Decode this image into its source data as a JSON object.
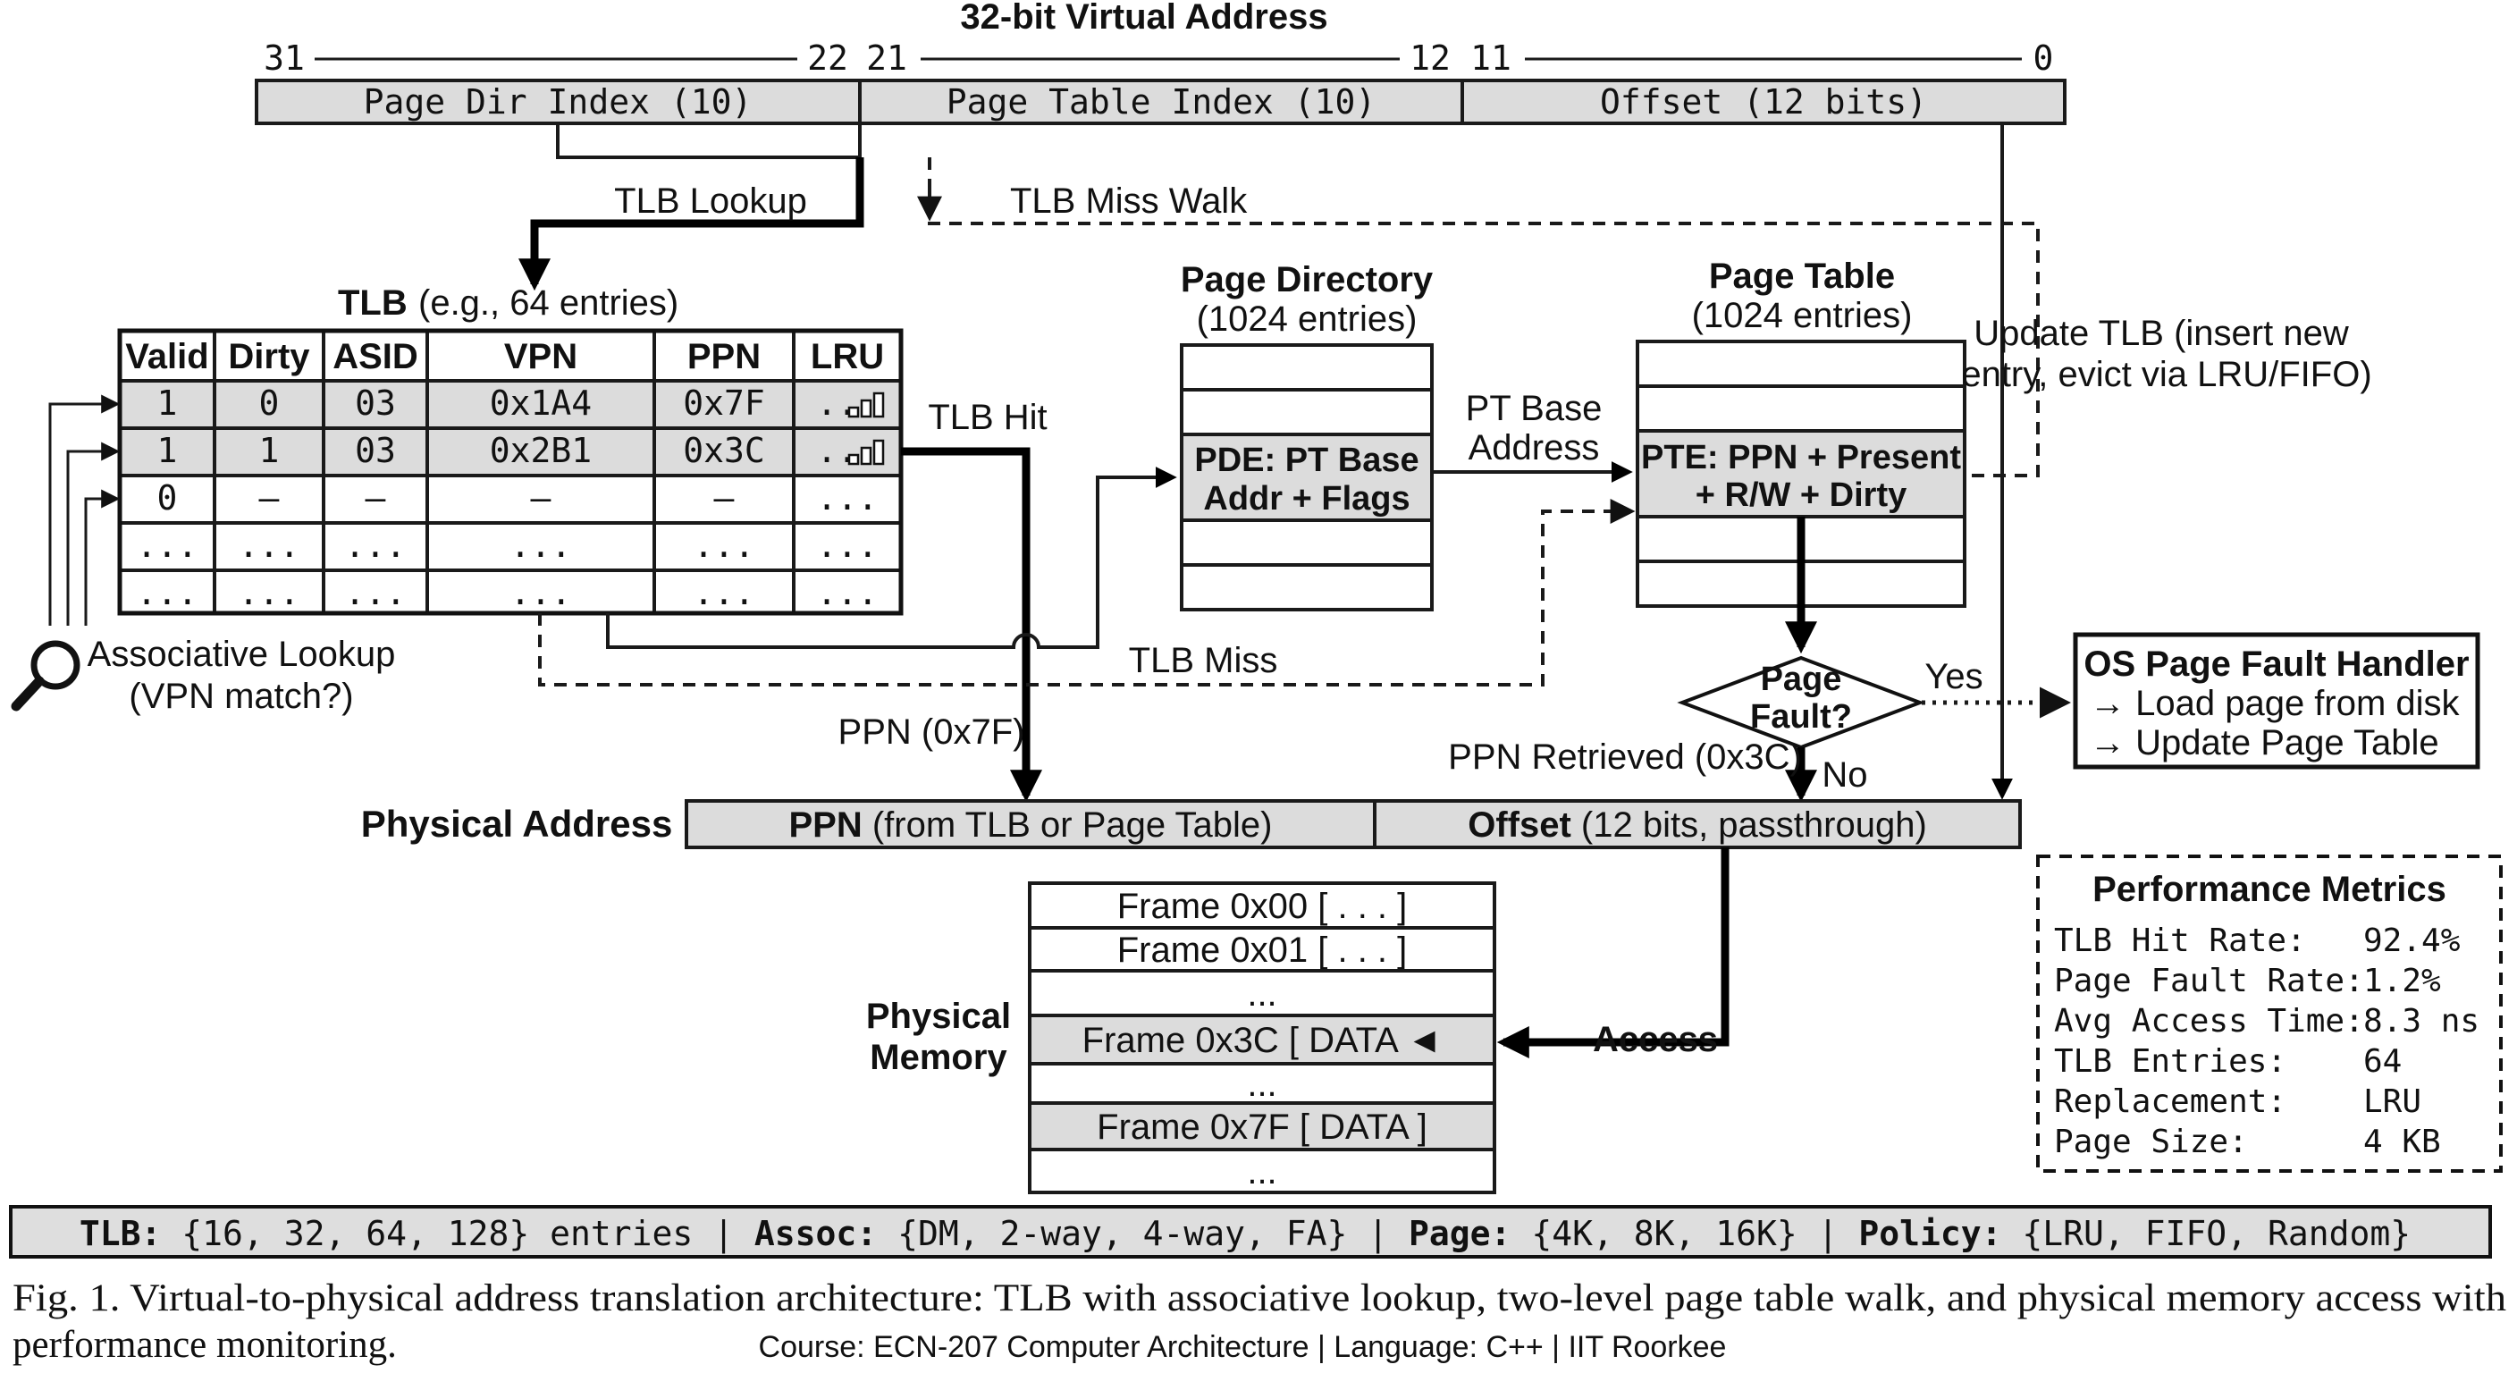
{
  "virtual_address": {
    "title": "32-bit Virtual Address",
    "bits": [
      "31",
      "22",
      "21",
      "12",
      "11",
      "0"
    ],
    "fields": [
      "Page Dir Index (10)",
      "Page Table Index (10)",
      "Offset (12 bits)"
    ]
  },
  "tlb": {
    "title": "TLB",
    "subtitle": "(e.g., 64 entries)",
    "columns": [
      "Valid",
      "Dirty",
      "ASID",
      "VPN",
      "PPN",
      "LRU"
    ],
    "rows": [
      [
        "1",
        "0",
        "03",
        "0x1A4",
        "0x7F",
        "..."
      ],
      [
        "1",
        "1",
        "03",
        "0x2B1",
        "0x3C",
        "..."
      ],
      [
        "0",
        "–",
        "–",
        "–",
        "–",
        "..."
      ],
      [
        "...",
        "...",
        "...",
        "...",
        "...",
        "..."
      ],
      [
        "...",
        "...",
        "...",
        "...",
        "...",
        "..."
      ]
    ],
    "assoc_label_1": "Associative Lookup",
    "assoc_label_2": "(VPN match?)"
  },
  "labels": {
    "tlb_lookup": "TLB Lookup",
    "tlb_miss_walk": "TLB Miss Walk",
    "tlb_hit": "TLB Hit",
    "tlb_miss": "TLB Miss",
    "ppn_0x7f": "PPN (0x7F)",
    "pt_base_1": "PT Base",
    "pt_base_2": "Address",
    "update_tlb_1": "Update TLB (insert new",
    "update_tlb_2": "entry, evict via LRU/FIFO)",
    "ppn_retrieved": "PPN Retrieved (0x3C)",
    "yes": "Yes",
    "no": "No",
    "access": "Access"
  },
  "page_directory": {
    "title": "Page Directory",
    "subtitle": "(1024 entries)",
    "entry_1": "PDE: PT Base",
    "entry_2": "Addr + Flags"
  },
  "page_table": {
    "title": "Page Table",
    "subtitle": "(1024 entries)",
    "entry_1": "PTE: PPN + Present",
    "entry_2": "+ R/W + Dirty"
  },
  "page_fault": {
    "line1": "Page",
    "line2": "Fault?"
  },
  "os_handler": {
    "title": "OS Page Fault Handler",
    "line1": "→ Load page from disk",
    "line2": "→ Update Page Table"
  },
  "physical_address": {
    "label": "Physical Address",
    "ppn_bold": "PPN",
    "ppn_rest": " (from TLB or Page Table)",
    "offset_bold": "Offset",
    "offset_rest": " (12 bits, passthrough)"
  },
  "physical_memory": {
    "label_1": "Physical",
    "label_2": "Memory",
    "frames": [
      "Frame 0x00 [ . . . ]",
      "Frame 0x01 [ . . . ]",
      "...",
      "Frame 0x3C [ DATA ◄",
      "...",
      "Frame 0x7F [ DATA ]",
      "..."
    ]
  },
  "performance": {
    "title": "Performance Metrics",
    "metrics": [
      {
        "name": "TLB Hit Rate:",
        "value": "92.4%"
      },
      {
        "name": "Page Fault Rate:",
        "value": "1.2%"
      },
      {
        "name": "Avg Access Time:",
        "value": "8.3 ns"
      },
      {
        "name": "TLB Entries:",
        "value": "64"
      },
      {
        "name": "Replacement:",
        "value": "LRU"
      },
      {
        "name": "Page Size:",
        "value": "4 KB"
      }
    ]
  },
  "config_bar": {
    "tlb_label": "TLB:",
    "tlb_values": " {16, 32, 64, 128} entries ",
    "sep": "|",
    "assoc_label": " Assoc:",
    "assoc_values": " {DM, 2-way, 4-way, FA} ",
    "page_label": " Page:",
    "page_values": " {4K, 8K, 16K} ",
    "policy_label": " Policy:",
    "policy_values": " {LRU, FIFO, Random}"
  },
  "caption": {
    "line1": "Fig. 1.  Virtual-to-physical address translation architecture: TLB with associative lookup, two-level page table walk, and physical memory access with",
    "line2": "performance monitoring.",
    "course": "Course: ECN-207 Computer Architecture | Language: C++ | IIT Roorkee"
  }
}
